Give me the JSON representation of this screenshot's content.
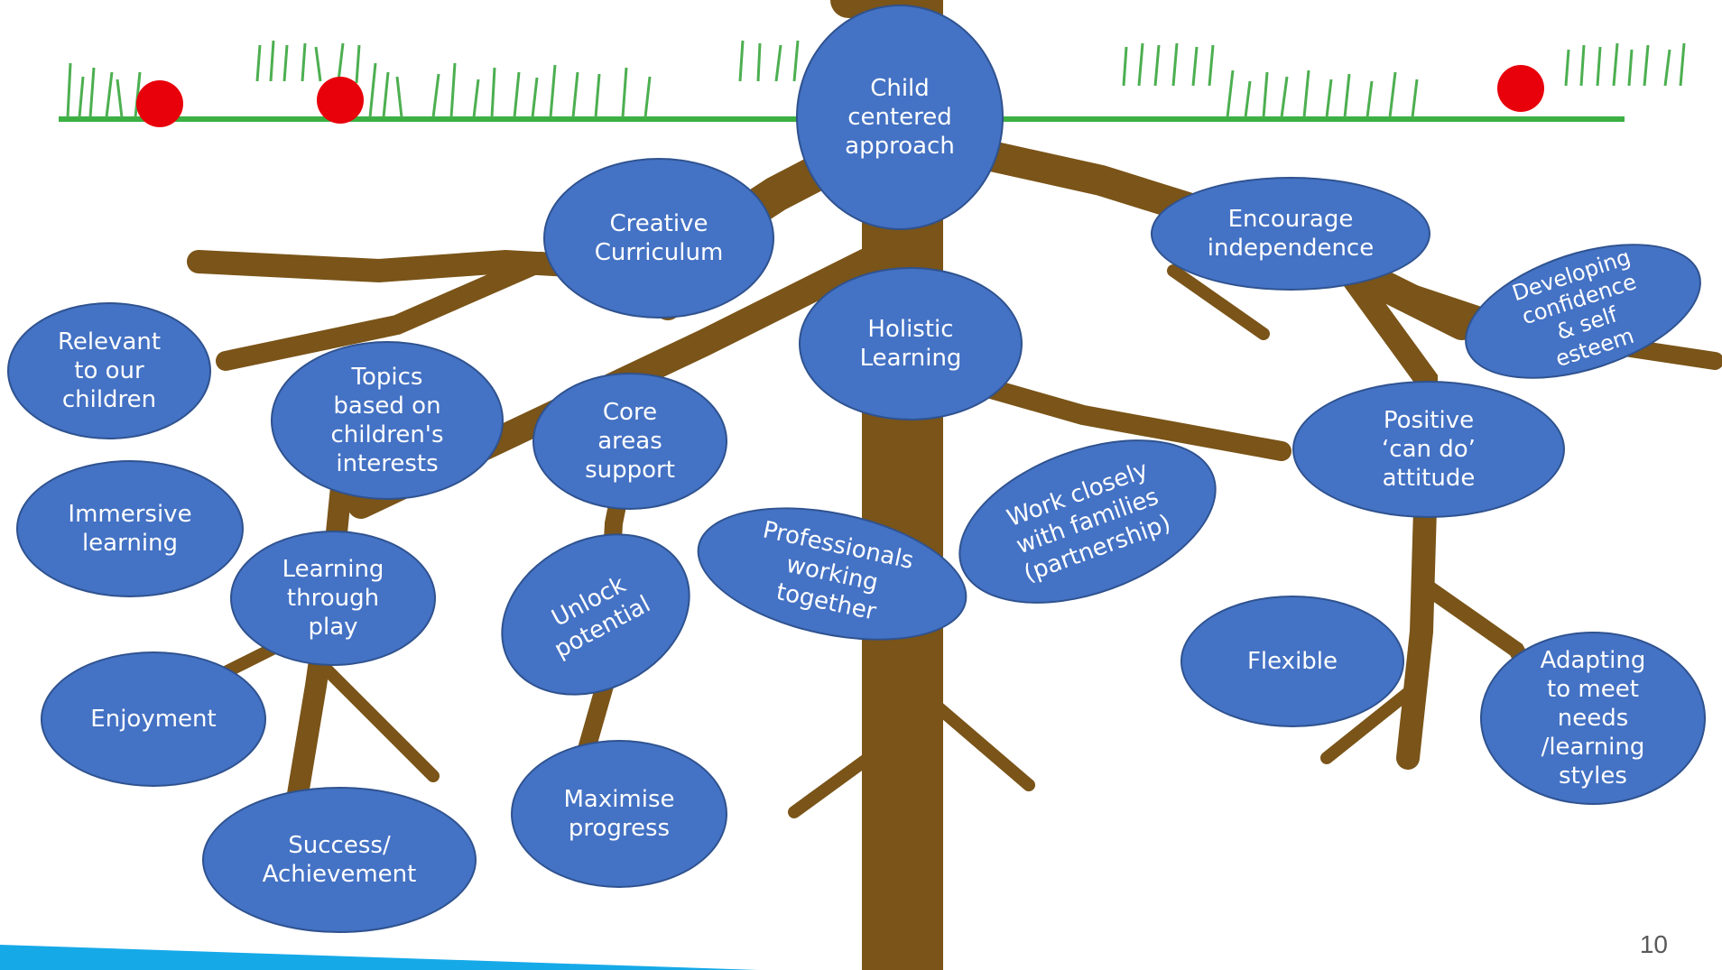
{
  "colors": {
    "bubble_fill": "#4472c4",
    "bubble_border": "#2f528f",
    "root_color": "#7a5418",
    "grass_color": "#4caf50",
    "ground_line": "#3cb043",
    "apple_color": "#e8000b",
    "footer_accent": "#16a9e8",
    "page_number_color": "#595959"
  },
  "nodes": {
    "child_centered": "Child\ncentered\napproach",
    "creative_curriculum": "Creative\nCurriculum",
    "encourage_independence": "Encourage\nindependence",
    "developing_confidence": "Developing\nconfidence\n& self\nesteem",
    "holistic_learning": "Holistic\nLearning",
    "relevant": "Relevant\nto our\nchildren",
    "topics": "Topics\nbased on\nchildren's\ninterests",
    "core_areas": "Core\nareas\nsupport",
    "positive_attitude": "Positive\n‘can do’\nattitude",
    "work_closely": "Work closely\nwith families\n(partnership)",
    "immersive": "Immersive\nlearning",
    "learning_play": "Learning\nthrough\nplay",
    "unlock_potential": "Unlock\npotential",
    "professionals": "Professionals\nworking\ntogether",
    "flexible": "Flexible",
    "adapting": "Adapting\nto meet\nneeds\n/learning\nstyles",
    "enjoyment": "Enjoyment",
    "maximise": "Maximise\nprogress",
    "success": "Success/\nAchievement"
  },
  "page_number": "10"
}
